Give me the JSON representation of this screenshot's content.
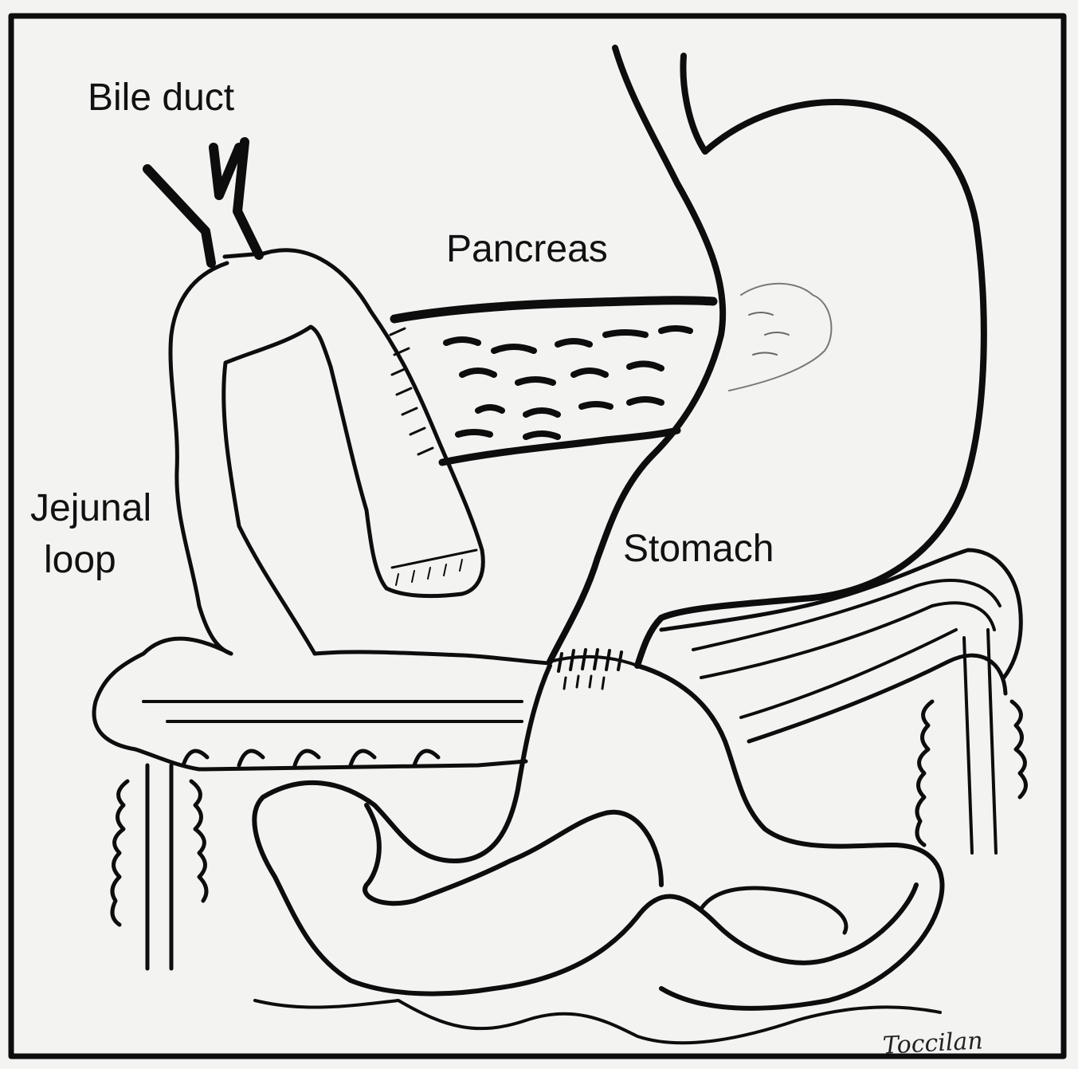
{
  "labels": {
    "bile_duct": "Bile duct",
    "pancreas": "Pancreas",
    "jejunal_line1": "Jejunal",
    "jejunal_line2": "loop",
    "stomach": "Stomach"
  },
  "signature": "Toccilan",
  "colors": {
    "ink": "#0d0d0d",
    "paper": "#f3f3f2"
  }
}
